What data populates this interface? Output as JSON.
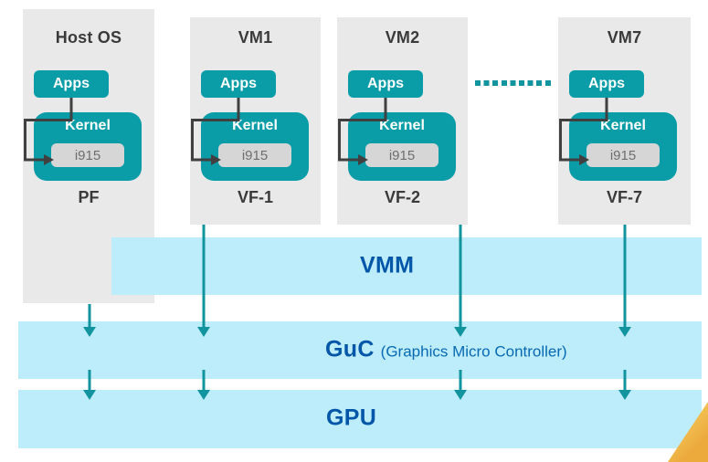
{
  "columns": [
    {
      "title": "Host OS",
      "apps_label": "Apps",
      "kernel_label": "Kernel",
      "driver_label": "i915",
      "port_label": "PF"
    },
    {
      "title": "VM1",
      "apps_label": "Apps",
      "kernel_label": "Kernel",
      "driver_label": "i915",
      "port_label": "VF-1"
    },
    {
      "title": "VM2",
      "apps_label": "Apps",
      "kernel_label": "Kernel",
      "driver_label": "i915",
      "port_label": "VF-2"
    },
    {
      "title": "VM7",
      "apps_label": "Apps",
      "kernel_label": "Kernel",
      "driver_label": "i915",
      "port_label": "VF-7"
    }
  ],
  "bands": {
    "vmm": {
      "label": "VMM"
    },
    "guc": {
      "label": "GuC",
      "sublabel": "(Graphics Micro Controller)"
    },
    "gpu": {
      "label": "GPU"
    }
  },
  "colors": {
    "teal_box": "#0A9DA8",
    "teal_arrow": "#11949E",
    "column_bg": "#E9E9E9",
    "band_bg": "#BDECFA",
    "band_text": "#0456A8",
    "guc_subtext": "#0769B3",
    "driver_bg": "#D6D6D6",
    "driver_text": "#6E6E6E",
    "title_text": "#3A3A3A",
    "connector": "#404040",
    "corner_triangle": "#ECA93C"
  }
}
